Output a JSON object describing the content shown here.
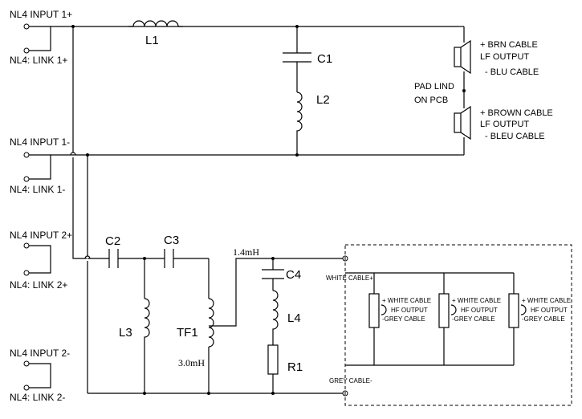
{
  "ports": {
    "input_1_plus": "NL4 INPUT 1+",
    "link_1_plus": "NL4: LINK 1+",
    "input_1_minus": "NL4 INPUT 1-",
    "link_1_minus": "NL4: LINK 1-",
    "input_2_plus": "NL4 INPUT 2+",
    "link_2_plus": "NL4: LINK 2+",
    "input_2_minus": "NL4 INPUT 2-",
    "link_2_minus": "NL4: LINK 2-"
  },
  "components": {
    "l1": "L1",
    "c1": "C1",
    "l2": "L2",
    "c2": "C2",
    "c3": "C3",
    "l3": "L3",
    "tf1": "TF1",
    "tap_top": "1.4mH",
    "tap_bottom": "3.0mH",
    "c4": "C4",
    "l4": "L4",
    "r1": "R1"
  },
  "lf_outputs": {
    "top": [
      "+ BRN CABLE",
      "LF OUTPUT",
      "- BLU  CABLE"
    ],
    "pad": [
      "PAD LIND",
      "ON PCB"
    ],
    "bottom": [
      "+ BROWN CABLE",
      "LF OUTPUT",
      "- BLEU  CABLE"
    ]
  },
  "hf_bus": {
    "white": "WHITE CABLE+",
    "grey": "GREY CABLE-"
  },
  "hf_drivers": [
    [
      "+ WHITE CABLE",
      "HF OUTPUT",
      "-GREY CABLE"
    ],
    [
      "+ WHITE CABLE",
      "HF OUTPUT",
      "-GREY CABLE"
    ],
    [
      "+ WHITE CABLE",
      "HF OUTPUT",
      "-GREY CABLE"
    ]
  ]
}
